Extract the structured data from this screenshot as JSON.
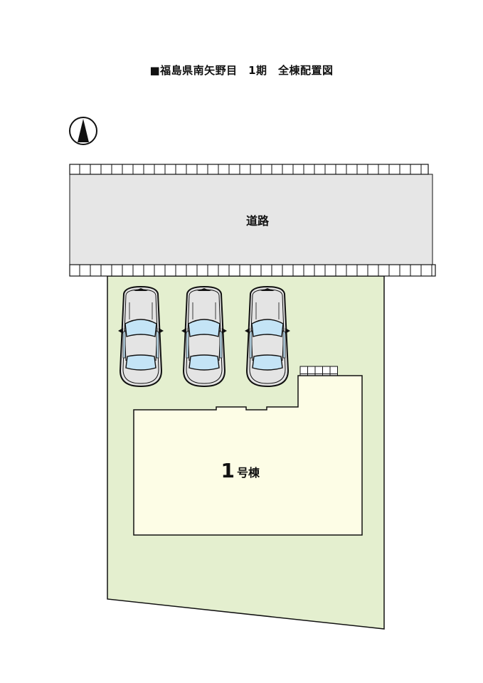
{
  "title": "■福島県南矢野目　1期　全棟配置図",
  "road": {
    "label": "道路",
    "color": "#e6e6e6"
  },
  "lot": {
    "color": "#e4efcf"
  },
  "building": {
    "number": "1",
    "suffix": "号棟",
    "color": "#fdfde6"
  },
  "parking": {
    "spaces": 3,
    "car_body_color": "#e4e4e4",
    "car_glass_color": "#c4e4f6"
  },
  "compass": {
    "icon": "north-arrow-icon"
  }
}
